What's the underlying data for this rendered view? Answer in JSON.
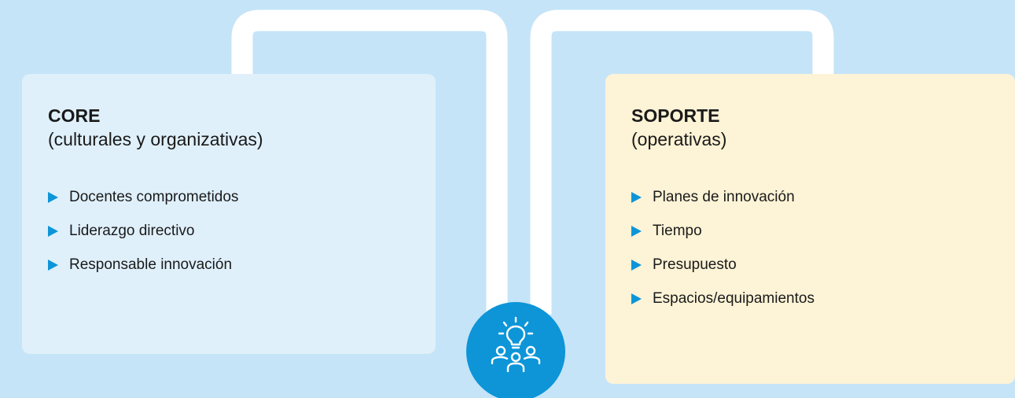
{
  "core": {
    "title": "CORE",
    "subtitle": "(culturales y organizativas)",
    "items": [
      "Docentes comprometidos",
      "Liderazgo directivo",
      "Responsable innovación"
    ]
  },
  "soporte": {
    "title": "SOPORTE",
    "subtitle": "(operativas)",
    "items": [
      "Planes de innovación",
      "Tiempo",
      "Presupuesto",
      "Espacios/equipamientos"
    ]
  },
  "center_icon": "team-idea-icon",
  "colors": {
    "background": "#c5e4f8",
    "connector": "#ffffff",
    "core_card": "#dff0fb",
    "soporte_card": "#fdf3d6",
    "accent": "#0d95d8",
    "text": "#1a1a1a"
  }
}
